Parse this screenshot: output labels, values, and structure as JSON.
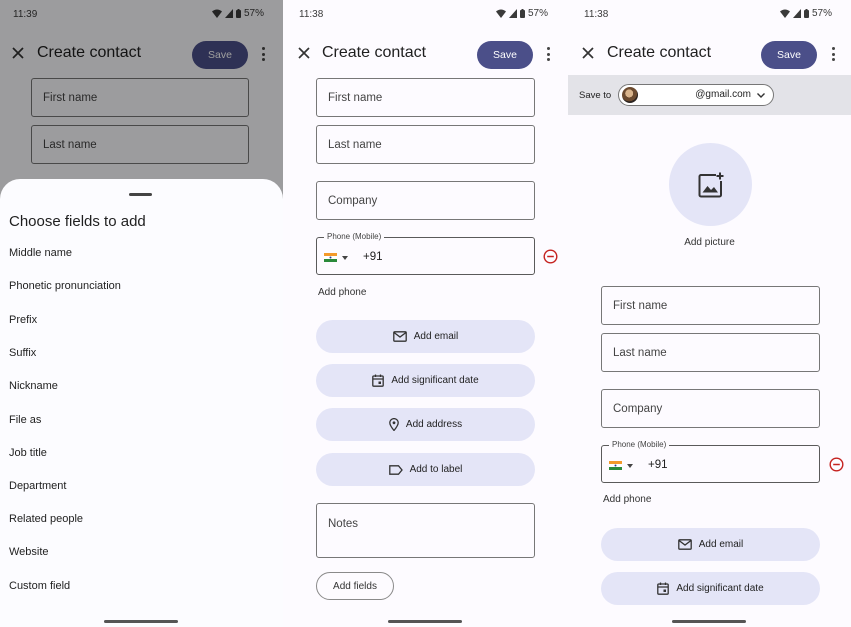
{
  "status": {
    "time": "11:39",
    "time2": "11:38",
    "time3": "11:38",
    "battery": "57%"
  },
  "screen1": {
    "title": "Create contact",
    "save_label": "Save",
    "first_name_placeholder": "First name",
    "last_name_placeholder": "Last name",
    "sheet_title": "Choose fields to add",
    "options": [
      "Middle name",
      "Phonetic pronunciation",
      "Prefix",
      "Suffix",
      "Nickname",
      "File as",
      "Job title",
      "Department",
      "Related people",
      "Website",
      "Custom field"
    ]
  },
  "screen2": {
    "title": "Create contact",
    "save_label": "Save",
    "first_name_placeholder": "First name",
    "last_name_placeholder": "Last name",
    "company_placeholder": "Company",
    "phone_label": "Phone (Mobile)",
    "phone_code": "+91",
    "add_phone": "Add phone",
    "add_email": "Add email",
    "add_significant_date": "Add significant date",
    "add_address": "Add address",
    "add_to_label": "Add to label",
    "notes_placeholder": "Notes",
    "add_fields": "Add fields"
  },
  "screen3": {
    "title": "Create contact",
    "save_label": "Save",
    "save_to_label": "Save to",
    "account_email": "@gmail.com",
    "add_picture": "Add picture",
    "first_name_placeholder": "First name",
    "last_name_placeholder": "Last name",
    "company_placeholder": "Company",
    "phone_label": "Phone (Mobile)",
    "phone_code": "+91",
    "add_phone": "Add phone",
    "add_email": "Add email",
    "add_significant_date": "Add significant date"
  },
  "colors": {
    "primary": "#4b4f89",
    "tonal": "#e4e5f7",
    "remove": "#c5221f"
  }
}
